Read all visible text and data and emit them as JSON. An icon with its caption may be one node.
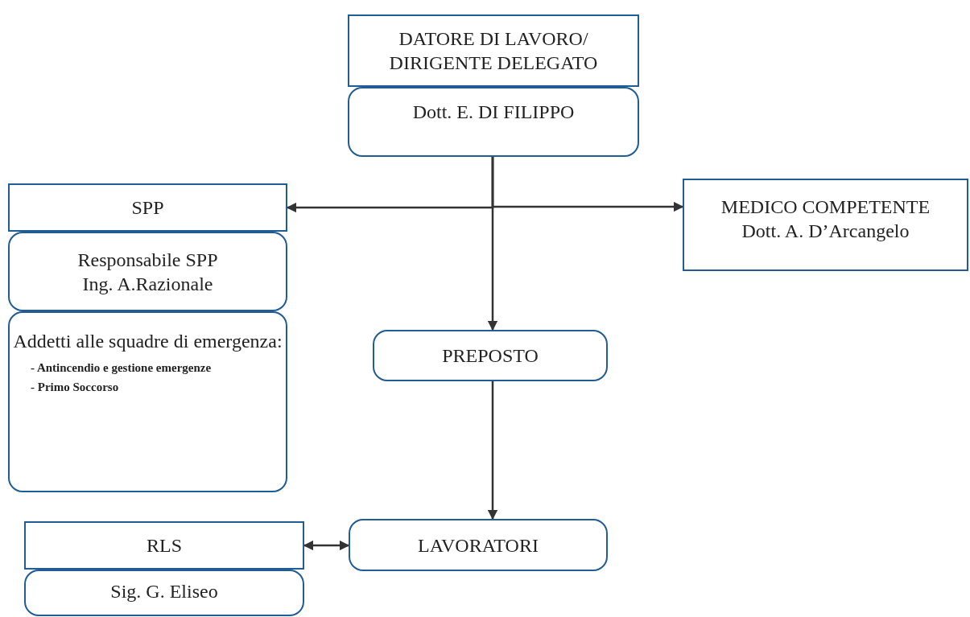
{
  "diagram": {
    "nodes": [
      {
        "text": [
          "DATORE DI LAVORO/ DIRIGENTE DELEGATO"
        ]
      },
      {
        "text": [
          "Dott. E. DI FILIPPO"
        ]
      },
      {
        "text": [
          "SPP"
        ]
      },
      {
        "text": [
          "Responsabile SPP",
          "Ing. A.Razionale"
        ]
      },
      {
        "text": [
          "MEDICO COMPETENTE",
          "Dott. A. D’Arcangelo"
        ]
      },
      {
        "text": [
          "Addetti alle squadre di emergenza:",
          "- Antincendio e gestione emergenze",
          "- Primo Soccorso"
        ]
      },
      {
        "text": [
          "PREPOSTO"
        ]
      },
      {
        "text": [
          "LAVORATORI"
        ]
      },
      {
        "text": [
          "RLS"
        ]
      },
      {
        "text": [
          "Sig. G. Eliseo"
        ]
      }
    ],
    "edges": [
      {
        "from": 1,
        "to": 2,
        "arrow": "to"
      },
      {
        "from": 1,
        "to": 4,
        "arrow": "to"
      },
      {
        "from": 1,
        "to": 6,
        "arrow": "to"
      },
      {
        "from": 6,
        "to": 7,
        "arrow": "to"
      },
      {
        "from": 8,
        "to": 7,
        "arrow": "both"
      }
    ]
  }
}
